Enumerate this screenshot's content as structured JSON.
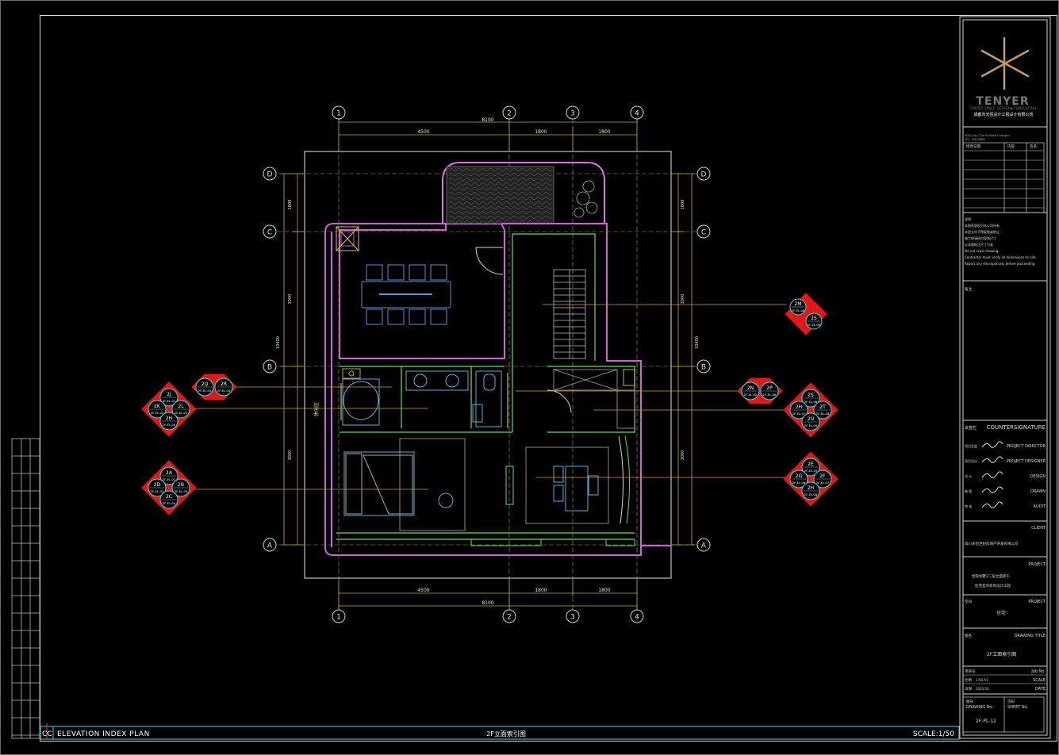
{
  "grid": {
    "columns": [
      "1",
      "2",
      "3",
      "4"
    ],
    "rows": [
      "D",
      "C",
      "B",
      "A"
    ],
    "top_dims": [
      "4500",
      "1800",
      "1800"
    ],
    "top_total": "8100",
    "bottom_dims": [
      "4500",
      "1800",
      "1800"
    ],
    "bottom_total": "8100",
    "side_dims": [
      "1800",
      "3000",
      "3000"
    ],
    "side_total": "10400"
  },
  "plan": {
    "lobby_label": "休闲区"
  },
  "markers": [
    {
      "id": "m-top-right",
      "labels": [
        "2M",
        "2S"
      ],
      "sub": [
        "2F-EL-08",
        "2F-EL-09"
      ]
    },
    {
      "id": "m-mid-left-small",
      "labels": [
        "2Q",
        "2R"
      ],
      "sub": [
        "2F-EL-03",
        "2F-EL-04"
      ]
    },
    {
      "id": "m-mid-right-small",
      "labels": [
        "2N",
        "2P"
      ],
      "sub": [
        "2F-EL-05",
        "2F-EL-06"
      ]
    },
    {
      "id": "m-left-bath",
      "labels": [
        "2J",
        "2K",
        "2L",
        "2H"
      ],
      "sub": [
        "2F-EL-01",
        "2F-EL-02",
        "2F-EL-03",
        "2F-EL-04"
      ]
    },
    {
      "id": "m-right-bath",
      "labels": [
        "2S",
        "2H",
        "2T",
        "2U"
      ],
      "sub": [
        "2F-EL-06",
        "2F-EL-07",
        "2F-EL-08",
        "2F-EL-09"
      ]
    },
    {
      "id": "m-left-bed",
      "labels": [
        "2A",
        "2D",
        "2B",
        "2C"
      ],
      "sub": [
        "2F-EL-01",
        "2F-EL-02",
        "2F-EL-03",
        "2F-EL-04"
      ]
    },
    {
      "id": "m-right-study",
      "labels": [
        "2E",
        "2G",
        "2F",
        "2H"
      ],
      "sub": [
        "2F-EL-05",
        "2F-EL-06",
        "2F-EL-07",
        "2F-EL-08"
      ]
    }
  ],
  "title_block": {
    "logo_text": "TENYER",
    "logo_sub": "TENYER SPACE DESIGN&CONSULTING",
    "logo_cn": "成都市天恒设计工程设计有限公司",
    "revision_headers": [
      "修改日期",
      "内容",
      "签名"
    ],
    "notes": [
      "说明",
      "本图纸版权归本公司所有",
      "未经允许不得复制或转让",
      "施工前请核对现场尺寸",
      "以本图标注尺寸为准",
      "Do not scale drawing",
      "Contractor must verify all dimensions on site",
      "Report any discrepancies before proceeding"
    ],
    "remark": "备注",
    "countersign_cn": "会签栏",
    "countersign_en": "COUNTERSIGNATURE",
    "roles": [
      {
        "cn": "项目总监",
        "en": "PROJECT DIRECTOR"
      },
      {
        "cn": "项目设计",
        "en": "PROJECT DESIGNER"
      },
      {
        "cn": "设 计",
        "en": "DESIGN"
      },
      {
        "cn": "制 图",
        "en": "DRAWN"
      },
      {
        "cn": "审 核",
        "en": "AUDIT"
      }
    ],
    "client_en": "CLIENT",
    "client_value": "四川天恒世纪房地产开发有限公司",
    "project_en": "PROJECT",
    "project_value_1": "合院别墅2二层立面索引",
    "project_value_2": "住宅室内装饰设计工程",
    "space_cn": "空间",
    "space_en": "PROJECT",
    "space_value": "住宅",
    "drawing_title_cn": "图名",
    "drawing_title_en": "DRAWING TITLE",
    "drawing_title_value": "2F立面索引图",
    "job_cn": "项目号",
    "job_en": "Job No.",
    "scale_cn": "比例",
    "scale_value": "1:50 A3",
    "scale_en": "SCALE",
    "date_cn": "日期",
    "date_value": "2023.03",
    "date_en": "DATE",
    "drawing_no_label": "DRAWING No.",
    "drawing_no_cn": "图号",
    "sheet_no_label": "SHEET No.",
    "sheet_no_cn": "页码",
    "drawing_no_value": "2F-PL-12"
  },
  "bottom_bar": {
    "code": "CC",
    "title": "ELEVATION INDEX PLAN",
    "title_cn": "2F立面索引图",
    "scale": "SCALE:1/50"
  }
}
